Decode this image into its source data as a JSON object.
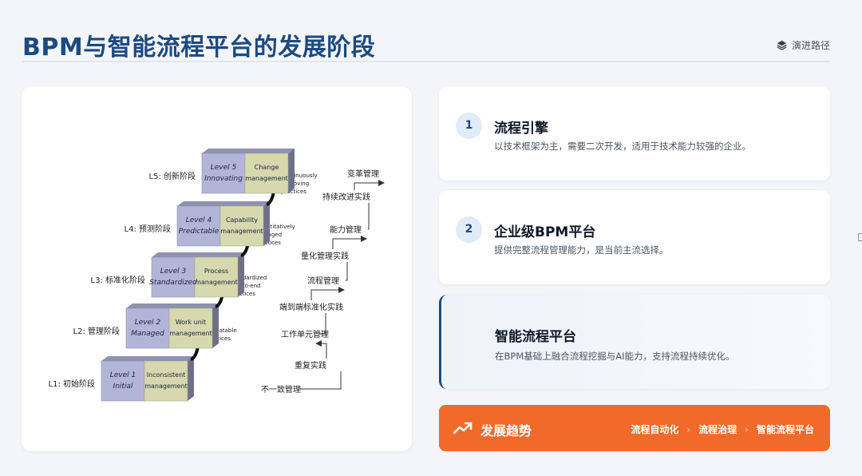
{
  "header": {
    "title": "BPM与智能流程平台的发展阶段",
    "tag_icon": "layers-icon",
    "tag_label": "演进路径"
  },
  "diagram": {
    "levels": [
      {
        "stage": "L1: 初始阶段",
        "level": "Level 1",
        "level_name": "Initial",
        "focus_line1": "Inconsistent",
        "focus_line2": "management",
        "practice": [
          "Repeatable",
          "practices"
        ],
        "cn_practice": "重复实践",
        "cn_management": "不一致管理"
      },
      {
        "stage": "L2: 管理阶段",
        "level": "Level 2",
        "level_name": "Managed",
        "focus_line1": "Work unit",
        "focus_line2": "management",
        "practice": [
          "Standardized",
          "end-to-end",
          "practices"
        ],
        "cn_practice": "端到端标准化实践",
        "cn_management": "工作单元管理"
      },
      {
        "stage": "L3: 标准化阶段",
        "level": "Level 3",
        "level_name": "Standardized",
        "focus_line1": "Process",
        "focus_line2": "management",
        "practice": [
          "Quantitatively",
          "managed",
          "practices"
        ],
        "cn_practice": "量化管理实践",
        "cn_management": "流程管理"
      },
      {
        "stage": "L4: 预测阶段",
        "level": "Level 4",
        "level_name": "Predictable",
        "focus_line1": "Capability",
        "focus_line2": "management",
        "practice": [
          "Continuously",
          "improving",
          "practices"
        ],
        "cn_practice": "持续改进实践",
        "cn_management": "能力管理"
      },
      {
        "stage": "L5: 创新阶段",
        "level": "Level 5",
        "level_name": "Innovating",
        "focus_line1": "Change",
        "focus_line2": "management",
        "practice": [],
        "cn_practice": "",
        "cn_management": "变革管理"
      }
    ],
    "colors": {
      "level_face": "#b3b5d8",
      "focus_face": "#d6d8ae",
      "shadow": "#6f7088"
    }
  },
  "stages": [
    {
      "number": "1",
      "title": "流程引擎",
      "desc": "以技术框架为主，需要二次开发，适用于技术能力较强的企业。"
    },
    {
      "number": "2",
      "title": "企业级BPM平台",
      "desc": "提供完整流程管理能力，是当前主流选择。"
    },
    {
      "number": "",
      "title": "智能流程平台",
      "desc": "在BPM基础上融合流程挖掘与AI能力，支持流程持续优化。"
    }
  ],
  "trend": {
    "icon": "trending-up-icon",
    "title": "发展趋势",
    "steps": [
      "流程自动化",
      "流程治理",
      "智能流程平台"
    ],
    "color": "#f26a2a"
  },
  "colors": {
    "brand": "#1c4a82",
    "background": "#f3f5f8"
  }
}
